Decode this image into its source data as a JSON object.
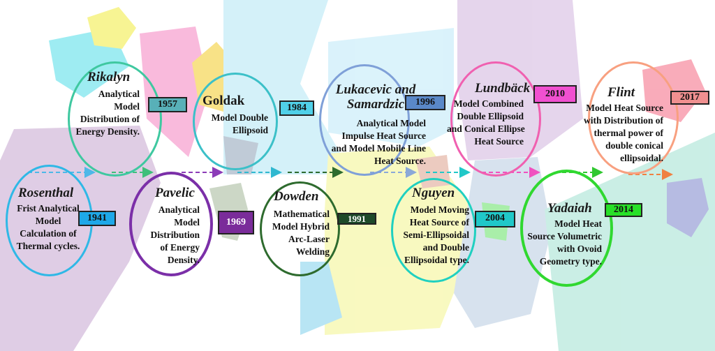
{
  "colors": {
    "ring_rosenthal": "#2fb8e6",
    "ring_rikalyn": "#3fc8a0",
    "ring_pavelic": "#7b2fa8",
    "ring_goldak": "#3cc0c8",
    "ring_dowden": "#2e6b2e",
    "ring_lukacevic": "#7fa0d8",
    "ring_nguyen": "#20d0c0",
    "ring_lundback": "#f060b0",
    "ring_yadaiah": "#30d830",
    "ring_flint": "#f8a080"
  },
  "milestones": {
    "rosenthal": {
      "name": "Rosenthal",
      "year": "1941",
      "year_bg": "#1ea8e8",
      "lines": [
        "Frist Analytical",
        "Model",
        "Calculation of",
        "Thermal cycles."
      ]
    },
    "rikalyn": {
      "name": "Rikalyn",
      "year": "1957",
      "year_bg": "#58b0b8",
      "lines": [
        "Analytical",
        "Model",
        "Distribution of",
        "Energy Density."
      ]
    },
    "pavelic": {
      "name": "Pavelic",
      "year": "1969",
      "year_bg": "#7a2c9a",
      "lines": [
        "Analytical",
        "Model",
        "Distribution",
        "of Energy",
        "Density."
      ]
    },
    "goldak": {
      "name": "Goldak",
      "year": "1984",
      "year_bg": "#50d0e8",
      "lines": [
        "Model Double",
        "Ellipsoid"
      ]
    },
    "dowden": {
      "name": "Dowden",
      "year": "1991",
      "year_bg": "#1e4a2a",
      "lines": [
        "Mathematical",
        "Model Hybrid",
        "Arc-Laser",
        "Welding"
      ]
    },
    "lukacevic": {
      "name_line1": "Lukacevic and",
      "name_line2": "Samardzic",
      "year": "1996",
      "year_bg": "#5a88c8",
      "lines": [
        "Analytical Model",
        "Impulse Heat Source",
        "and Model Mobile Line",
        "Heat Source."
      ]
    },
    "nguyen": {
      "name": "Nguyen",
      "year": "2004",
      "year_bg": "#20c8c8",
      "lines": [
        "Model Moving",
        "Heat Source of",
        "Semi-Ellipsoidal",
        "and Double",
        "Ellipsoidal type."
      ]
    },
    "lundback": {
      "name": "Lundbäck",
      "year": "2010",
      "year_bg": "#f050d0",
      "lines": [
        "Model Combined",
        "Double Ellipsoid",
        "and Conical Ellipse",
        "Heat Source"
      ]
    },
    "yadaiah": {
      "name": "Yadaiah",
      "year": "2014",
      "year_bg": "#28e028",
      "lines": [
        "Model Heat",
        "Source Volumetric",
        "with Ovoid",
        "Geometry type."
      ]
    },
    "flint": {
      "name": "Flint",
      "year": "2017",
      "year_bg": "#f09090",
      "lines": [
        "Model Heat Source",
        "with Distribution of",
        "thermal power of",
        "double conical",
        "ellipsoidal."
      ]
    }
  }
}
